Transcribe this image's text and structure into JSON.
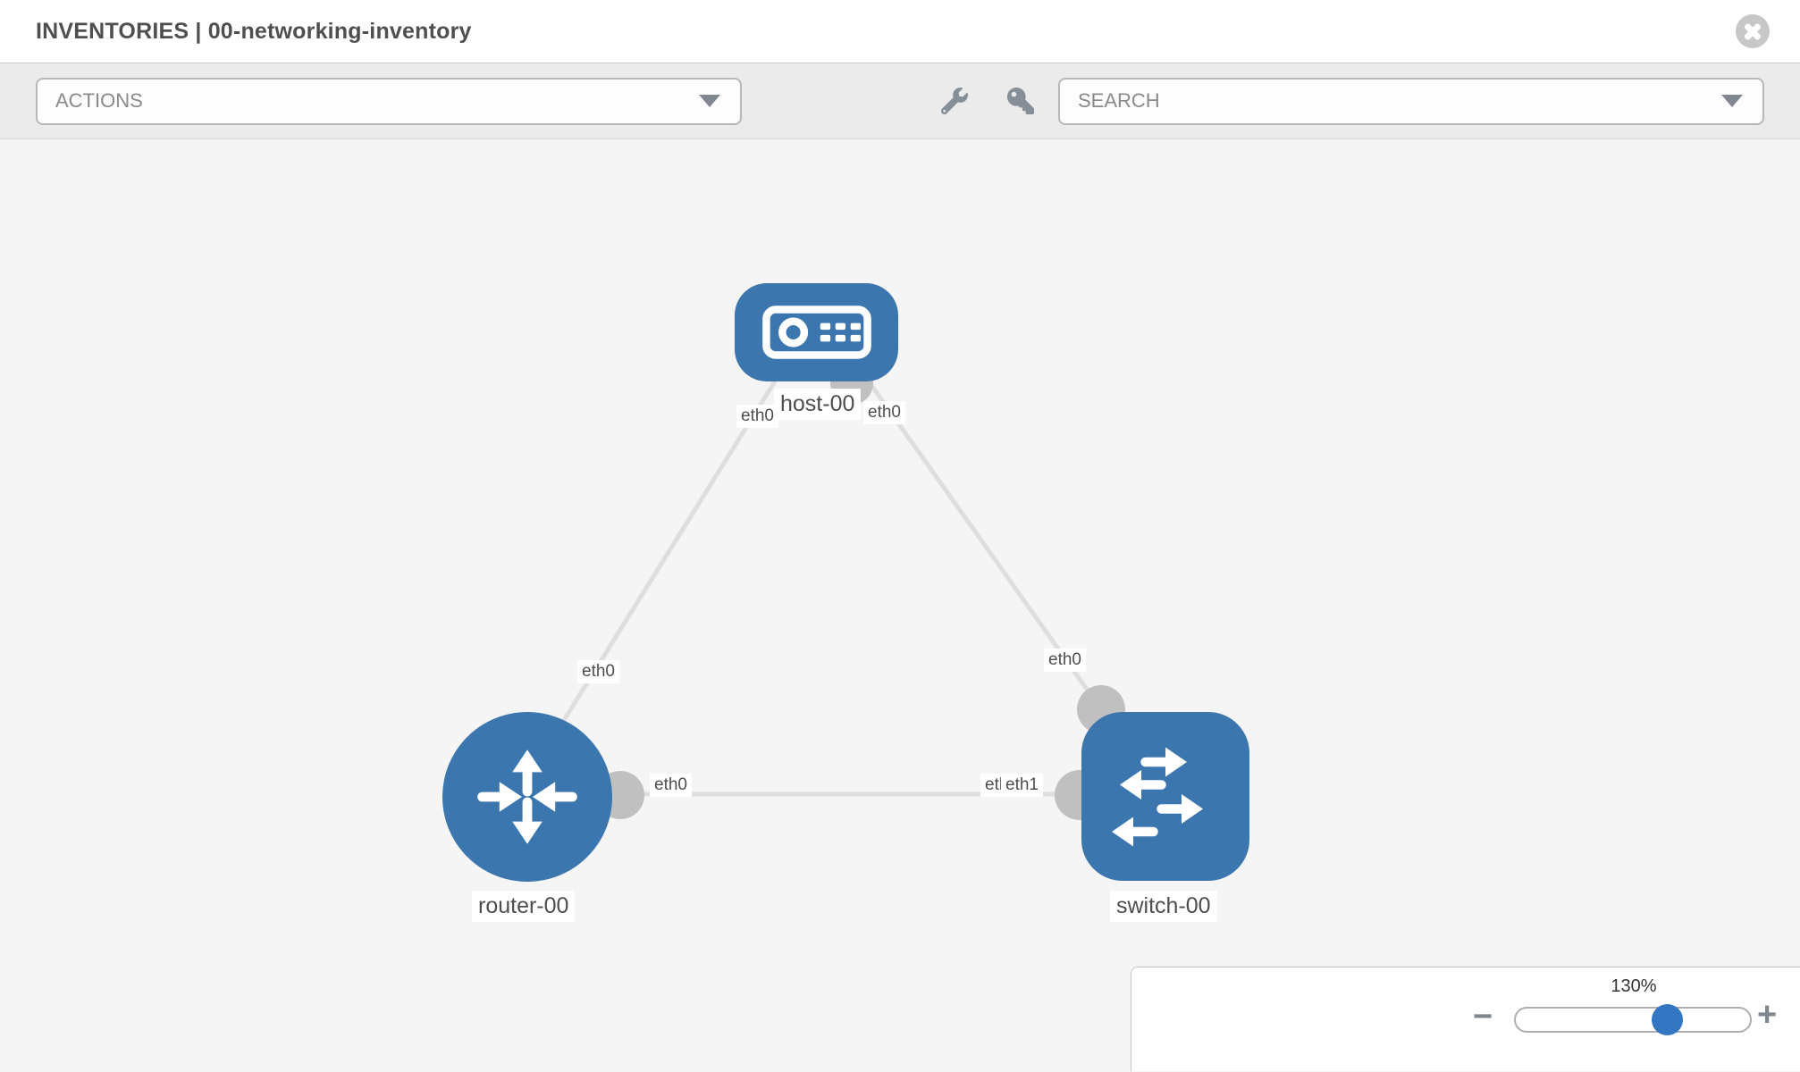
{
  "header": {
    "title": "INVENTORIES | 00-networking-inventory"
  },
  "toolbar": {
    "actions_dropdown": {
      "label": "ACTIONS"
    },
    "search_dropdown": {
      "label": "SEARCH"
    },
    "icons": [
      {
        "name": "wrench-icon"
      },
      {
        "name": "key-icon"
      }
    ]
  },
  "topology": {
    "nodes": [
      {
        "id": "host-00",
        "label": "host-00",
        "type": "host",
        "shape": "rounded-rect",
        "icon": "server-icon"
      },
      {
        "id": "router-00",
        "label": "router-00",
        "type": "router",
        "shape": "circle",
        "icon": "router-arrows-icon"
      },
      {
        "id": "switch-00",
        "label": "switch-00",
        "type": "switch",
        "shape": "rounded-square",
        "icon": "switch-arrows-icon"
      }
    ],
    "links": [
      {
        "from": "host-00",
        "to": "router-00"
      },
      {
        "from": "host-00",
        "to": "switch-00"
      },
      {
        "from": "router-00",
        "to": "switch-00"
      }
    ],
    "interface_labels": [
      {
        "text": "eth0",
        "link": "host-router",
        "end": "host"
      },
      {
        "text": "eth0",
        "link": "host-switch",
        "end": "host"
      },
      {
        "text": "eth0",
        "link": "host-router",
        "end": "router"
      },
      {
        "text": "eth0",
        "link": "host-switch",
        "end": "switch"
      },
      {
        "text": "eth0",
        "link": "router-switch",
        "end": "router"
      },
      {
        "text": "eth0",
        "link": "router-switch",
        "end": "switch-back-overlapped"
      },
      {
        "text": "eth1",
        "link": "router-switch",
        "end": "switch-front"
      }
    ]
  },
  "zoom_panel": {
    "level": "130%",
    "zoom_out_label": "−",
    "zoom_in_label": "+",
    "slider_position_pct": 64
  },
  "colors": {
    "node_blue": "#3b76af",
    "slider_thumb_blue": "#3377c2",
    "link_gray": "#dedede",
    "interface_stub_gray": "#c0c0c0",
    "toolbar_bg": "#ebebeb",
    "canvas_bg": "#f5f5f5"
  }
}
